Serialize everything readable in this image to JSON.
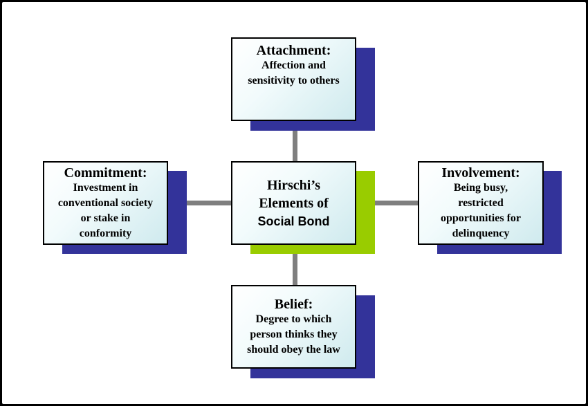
{
  "colors": {
    "shadow_outer": "#33339a",
    "shadow_center": "#99cc00",
    "connector": "#7f7f7f",
    "box_fill": "#cfeaee",
    "frame": "#000000"
  },
  "center": {
    "line1": "Hirschi’s",
    "line2": "Elements of",
    "line3": "Social Bond"
  },
  "nodes": {
    "attachment": {
      "title": "Attachment:",
      "desc": [
        "Affection and",
        "sensitivity to others"
      ]
    },
    "commitment": {
      "title": "Commitment:",
      "desc": [
        "Investment in",
        "conventional society",
        "or stake in",
        "conformity"
      ]
    },
    "involvement": {
      "title": "Involvement:",
      "desc": [
        "Being busy,",
        "restricted",
        "opportunities for",
        "delinquency"
      ]
    },
    "belief": {
      "title": "Belief:",
      "desc": [
        "Degree to which",
        "person thinks they",
        "should obey the law"
      ]
    }
  }
}
